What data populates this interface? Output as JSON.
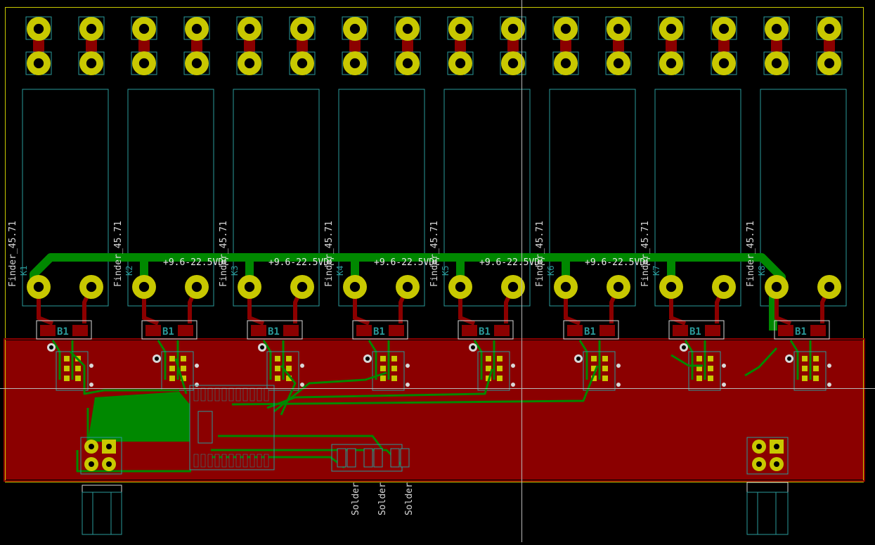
{
  "colors": {
    "background": "#000000",
    "board_outline": "#c8c800",
    "copper_fill": "#8b0000",
    "copper_track": "#8b0000",
    "green_track": "#008800",
    "pad": "#c8c800",
    "hole": "#000000",
    "courtyard": "#2a9a9a",
    "silk_text": "#d8d8d8",
    "net_text": "#e8e8e8",
    "cursor": "#b8b8b8"
  },
  "relays": [
    {
      "footprint": "Finder_45.71",
      "ref": "K1",
      "smd_label": "B1"
    },
    {
      "footprint": "Finder_45.71",
      "ref": "K2",
      "smd_label": "B1"
    },
    {
      "footprint": "Finder_45.71",
      "ref": "K3",
      "smd_label": "B1"
    },
    {
      "footprint": "Finder_45.71",
      "ref": "K4",
      "smd_label": "B1"
    },
    {
      "footprint": "Finder_45.71",
      "ref": "K5",
      "smd_label": "B1"
    },
    {
      "footprint": "Finder_45.71",
      "ref": "K6",
      "smd_label": "B1"
    },
    {
      "footprint": "Finder_45.71",
      "ref": "K7",
      "smd_label": "B1"
    },
    {
      "footprint": "Finder_45.71",
      "ref": "K8",
      "smd_label": "B1"
    }
  ],
  "net_labels": [
    "+9.6-22.5VDC",
    "+9.6-22.5VDC",
    "+9.6-22.5VDC",
    "+9.6-22.5VDC",
    "+9.6-22.5VDC"
  ],
  "solder_jumpers": [
    "Solder",
    "Solder",
    "Solder"
  ]
}
